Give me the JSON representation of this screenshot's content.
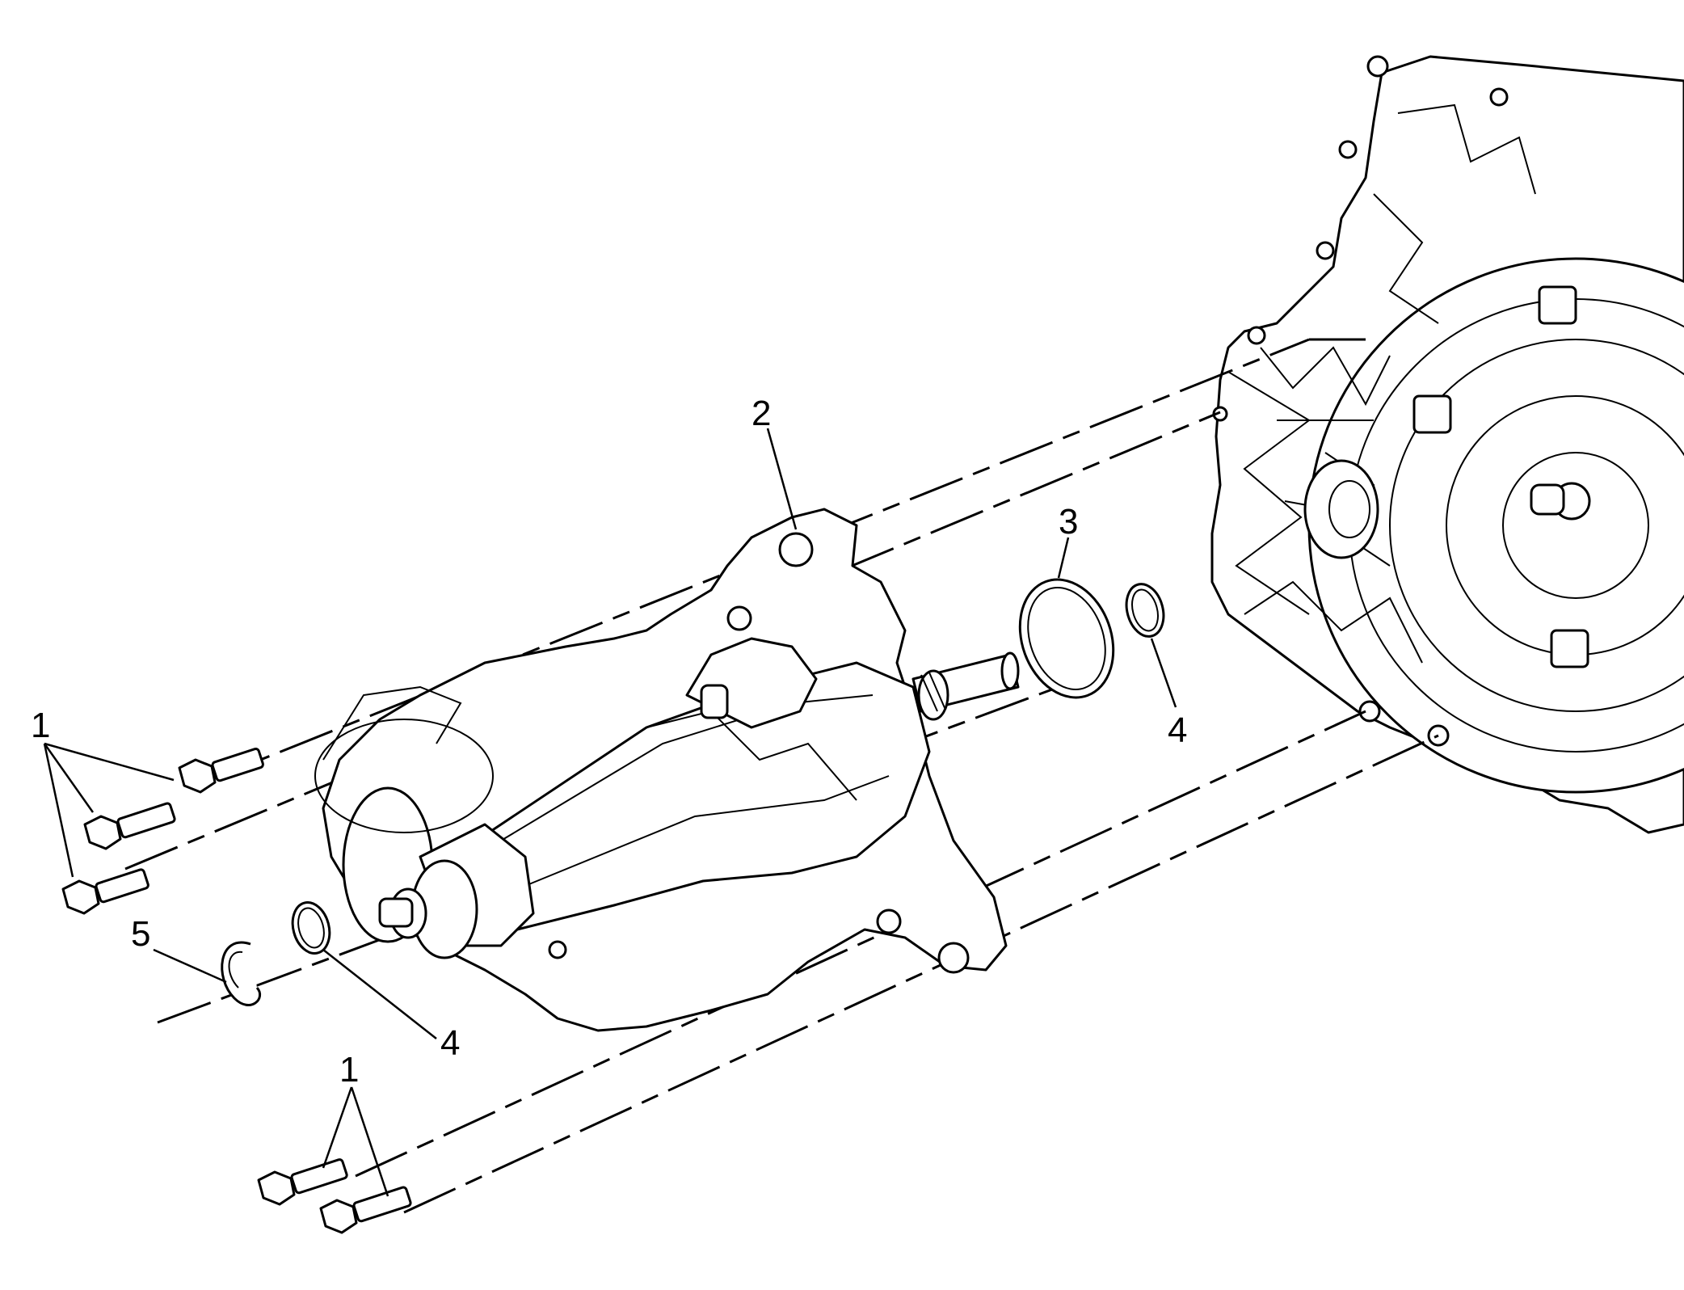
{
  "callouts": {
    "bolts_upper": "1",
    "housing": "2",
    "seal_large": "3",
    "ring_right": "4",
    "ring_left": "4",
    "snap_ring": "5",
    "bolts_lower": "1"
  },
  "colors": {
    "ink": "#000000",
    "paper": "#ffffff"
  }
}
